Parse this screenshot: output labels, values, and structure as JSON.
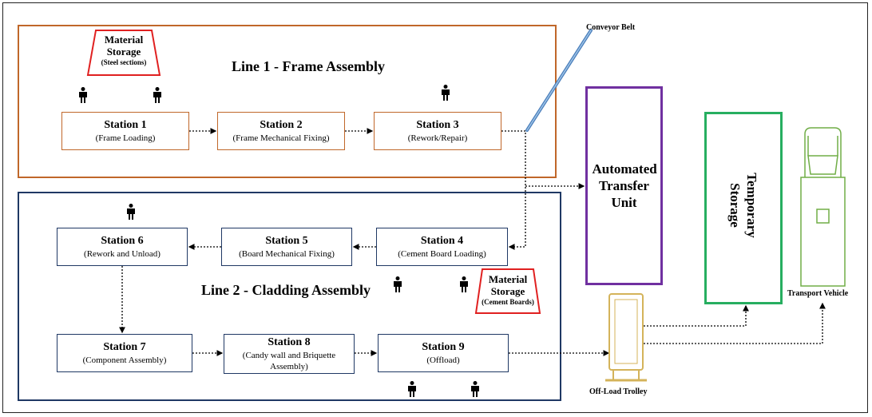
{
  "line1": {
    "title": "Line 1 - Frame Assembly"
  },
  "line2": {
    "title": "Line 2 - Cladding Assembly"
  },
  "stations": [
    {
      "title": "Station 1",
      "sub": "(Frame Loading)"
    },
    {
      "title": "Station 2",
      "sub": "(Frame Mechanical Fixing)"
    },
    {
      "title": "Station 3",
      "sub": "(Rework/Repair)"
    },
    {
      "title": "Station 4",
      "sub": "(Cement Board Loading)"
    },
    {
      "title": "Station 5",
      "sub": "(Board Mechanical Fixing)"
    },
    {
      "title": "Station 6",
      "sub": "(Rework and Unload)"
    },
    {
      "title": "Station 7",
      "sub": "(Component Assembly)"
    },
    {
      "title": "Station 8",
      "sub": "(Candy wall and Briquette Assembly)"
    },
    {
      "title": "Station 9",
      "sub": "(Offload)"
    }
  ],
  "material_storage_1": {
    "title": "Material Storage",
    "sub": "(Steel sections)"
  },
  "material_storage_2": {
    "title": "Material Storage",
    "sub": "(Cement Boards)"
  },
  "conveyor_belt": "Conveyor Belt",
  "automated_transfer_unit": "Automated Transfer Unit",
  "temporary_storage": "Temporary Storage",
  "off_load_trolley": "Off-Load Trolley",
  "transport_vehicle": "Transport Vehicle",
  "colors": {
    "line1": "#c0672a",
    "line2": "#1f3864",
    "atu": "#7030a0",
    "temp_storage": "#27ae60",
    "trolley": "#d4b35a",
    "vehicle": "#70ad47",
    "storage_outline": "#e02020",
    "conveyor": "#4a7ebb"
  }
}
